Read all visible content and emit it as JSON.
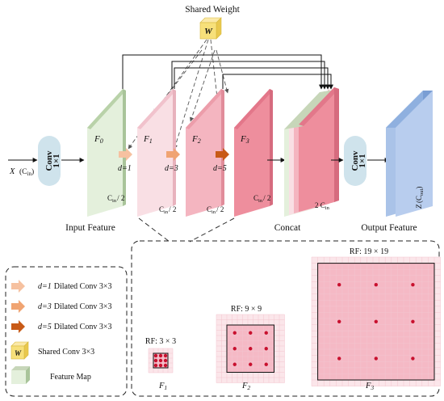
{
  "top": {
    "shared_weight_label": "Shared Weight",
    "shared_weight_glyph": "W",
    "input_label": "X",
    "input_sub": "in",
    "input_ch": "C",
    "input_section_label": "Input Feature",
    "concat_label": "Concat",
    "output_section_label": "Output Feature",
    "conv_in": {
      "line1": "Conv",
      "line2": "1×1"
    },
    "conv_out": {
      "line1": "Conv",
      "line2": "1×1"
    },
    "f0": "F",
    "f0_sub": "0",
    "f1": "F",
    "f1_sub": "1",
    "f2": "F",
    "f2_sub": "2",
    "f3": "F",
    "f3_sub": "3",
    "d1": "d=1",
    "d3": "d=3",
    "d5": "d=5",
    "ch_half": "C",
    "ch_half_sub": "in",
    "ch_half_tail": "/ 2",
    "ch_concat_prefix": "2 C",
    "ch_concat_sub": "in",
    "out_label": "Z",
    "out_ch": "C",
    "out_sub": "out"
  },
  "legend": {
    "items": [
      {
        "key": "d=1",
        "text": "Dilated Conv 3×3"
      },
      {
        "key": "d=3",
        "text": "Dilated Conv 3×3"
      },
      {
        "key": "d=5",
        "text": "Dilated Conv 3×3"
      },
      {
        "key": "",
        "text": "Shared Conv 3×3"
      },
      {
        "key": "",
        "text": "Feature Map"
      }
    ],
    "shared_glyph": "W"
  },
  "rf": {
    "rf1_label": "RF: 3 × 3",
    "rf2_label": "RF: 9 × 9",
    "rf3_label": "RF: 19 × 19",
    "f1": "F",
    "f1_sub": "1",
    "f2": "F",
    "f2_sub": "2",
    "f3": "F",
    "f3_sub": "3"
  },
  "colors": {
    "conv_fill": "#cfe3ec",
    "f0_fill": "#e4f0dc",
    "f1_fill": "#f9dfe4",
    "f2_fill": "#f4b5c0",
    "f3_fill": "#ee8e9d",
    "out_fill": "#aac3e8",
    "arrow_d1": "#f6c1a0",
    "arrow_d3": "#f0a472",
    "arrow_d5": "#c85a17",
    "shared_fill": "#f7e07a",
    "grid_pink": "#f7d2da",
    "dot_red": "#c8102e"
  }
}
